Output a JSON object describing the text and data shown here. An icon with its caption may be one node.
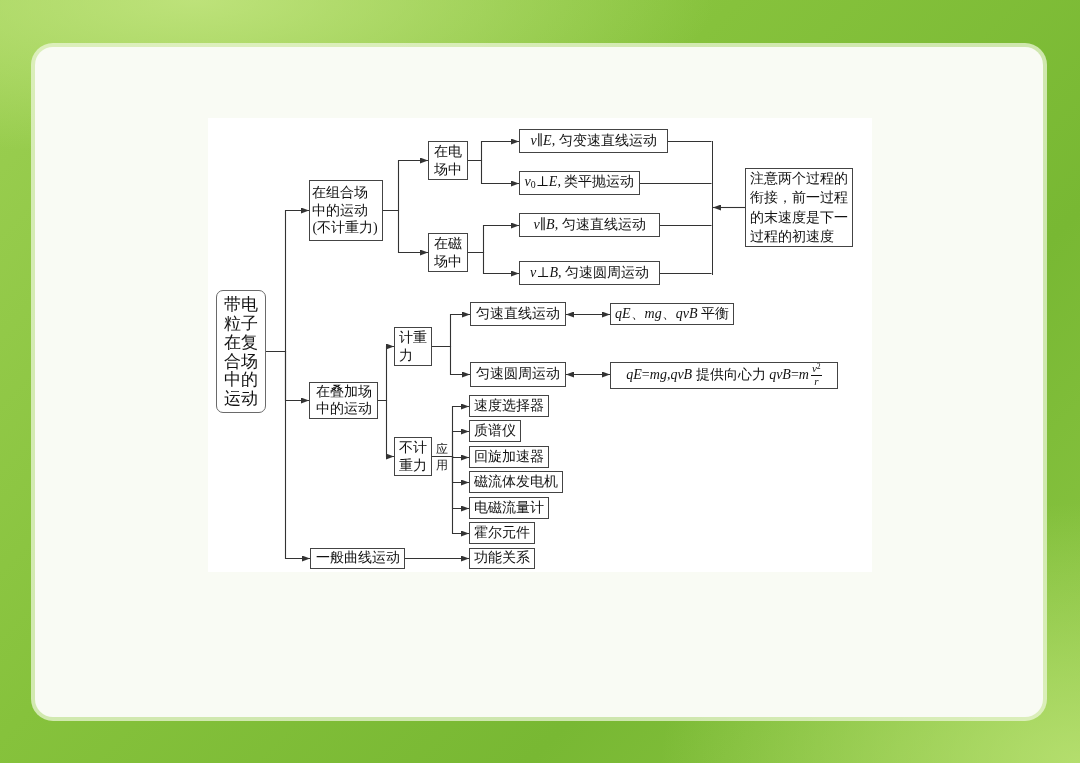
{
  "diagram": {
    "nodes": [
      {
        "text": [
          "带电粒子在复合场中的运动"
        ]
      },
      {
        "text": [
          "在组合场中的运动(不计重力)"
        ]
      },
      {
        "text": [
          "在电场中"
        ]
      },
      {
        "text": [
          "在磁场中"
        ]
      },
      {
        "text": [
          "*v*∥*E*, 匀变速直线运动"
        ]
      },
      {
        "text": [
          "*v*$_{0}$⊥*E*, 类平抛运动"
        ]
      },
      {
        "text": [
          "*v*∥*B*, 匀速直线运动"
        ]
      },
      {
        "text": [
          "*v*⊥*B*, 匀速圆周运动"
        ]
      },
      {
        "text": [
          "注意两个过程的衔接，前一过程的末速度是下一过程的初速度"
        ]
      },
      {
        "text": [
          "在叠加场中的运动"
        ]
      },
      {
        "text": [
          "计重力"
        ]
      },
      {
        "text": [
          "不计重力"
        ]
      },
      {
        "text": [
          "匀速直线运动"
        ]
      },
      {
        "text": [
          "匀速圆周运动"
        ]
      },
      {
        "text": [
          "*qE*、*mg*、*qvB* 平衡"
        ]
      },
      {
        "text": [
          "*qE*=*mg*,*qvB* 提供向心力 *qvB*=*m*",
          "*v*$^{2}$",
          "*r*"
        ]
      },
      {
        "text": [
          "速度选择器"
        ]
      },
      {
        "text": [
          "质谱仪"
        ]
      },
      {
        "text": [
          "回旋加速器"
        ]
      },
      {
        "text": [
          "磁流体发电机"
        ]
      },
      {
        "text": [
          "电磁流量计"
        ]
      },
      {
        "text": [
          "霍尔元件"
        ]
      },
      {
        "text": [
          "一般曲线运动"
        ]
      },
      {
        "text": [
          "功能关系"
        ]
      },
      {
        "text": [],
        "shape": "bar"
      }
    ],
    "edges": [
      {
        "from": 0,
        "to": 1,
        "arrow": "to"
      },
      {
        "from": 0,
        "to": 9,
        "arrow": "to"
      },
      {
        "from": 0,
        "to": 22,
        "arrow": "to"
      },
      {
        "from": 1,
        "to": 2,
        "arrow": "to"
      },
      {
        "from": 1,
        "to": 3,
        "arrow": "to"
      },
      {
        "from": 2,
        "to": 4,
        "arrow": "to"
      },
      {
        "from": 2,
        "to": 5,
        "arrow": "to"
      },
      {
        "from": 3,
        "to": 6,
        "arrow": "to"
      },
      {
        "from": 3,
        "to": 7,
        "arrow": "to"
      },
      {
        "from": 4,
        "to": 24,
        "arrow": "none"
      },
      {
        "from": 5,
        "to": 24,
        "arrow": "none"
      },
      {
        "from": 6,
        "to": 24,
        "arrow": "none"
      },
      {
        "from": 7,
        "to": 24,
        "arrow": "none"
      },
      {
        "from": 8,
        "to": 24,
        "arrow": "to"
      },
      {
        "from": 9,
        "to": 10,
        "arrow": "to"
      },
      {
        "from": 9,
        "to": 11,
        "arrow": "to"
      },
      {
        "from": 10,
        "to": 12,
        "arrow": "to"
      },
      {
        "from": 10,
        "to": 13,
        "arrow": "to"
      },
      {
        "from": 12,
        "to": 14,
        "arrow": "both"
      },
      {
        "from": 13,
        "to": 15,
        "arrow": "both"
      },
      {
        "from": 11,
        "to": 16,
        "arrow": "to"
      },
      {
        "from": 11,
        "to": 17,
        "arrow": "to"
      },
      {
        "from": 11,
        "to": 18,
        "arrow": "to",
        "label": "应用"
      },
      {
        "from": 11,
        "to": 19,
        "arrow": "to"
      },
      {
        "from": 11,
        "to": 20,
        "arrow": "to"
      },
      {
        "from": 11,
        "to": 21,
        "arrow": "to"
      },
      {
        "from": 22,
        "to": 23,
        "arrow": "to"
      }
    ]
  }
}
